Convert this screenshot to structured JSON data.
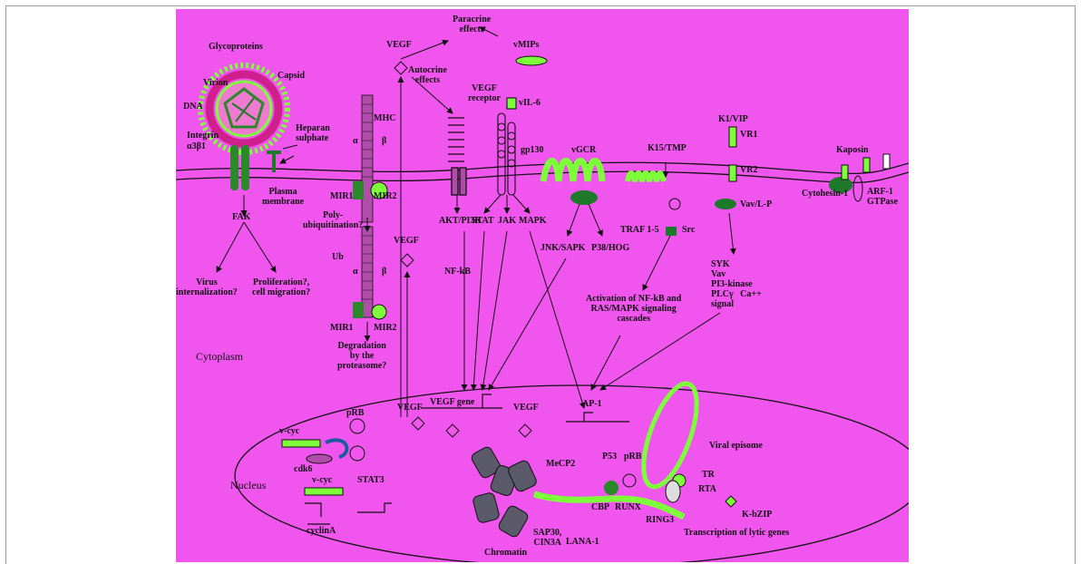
{
  "colors": {
    "background": "#f055ee",
    "frame_border": "#9a9a9a",
    "green": "#7dff3a",
    "dark_green": "#1c7a2a",
    "node": "#2a8a2a",
    "line": "#111111"
  },
  "labels": {
    "glycoproteins": "Glycoproteins",
    "virion": "Virion",
    "capsid": "Capsid",
    "dna": "DNA",
    "integrin": "Integrin",
    "integrin_sub": "α3β1",
    "heparan": "Heparan\nsulphate",
    "plasma_membrane": "Plasma\nmembrane",
    "fak": "FAK",
    "virus_intern": "Virus\ninternalization?",
    "prolif": "Proliferation?,\ncell migration?",
    "mhc_top": "MHC",
    "alpha_top": "α",
    "beta_top": "β",
    "mir1_top": "MIR1",
    "mir2_top": "MIR2",
    "polyubiq": "Poly-\nubiquitination?",
    "ub": "Ub",
    "mhc_bottom_a": "α",
    "mhc_bottom_b": "β",
    "mir1_bottom": "MIR1",
    "mir2_bottom": "MIR2",
    "degradation": "Degradation\nby the\nproteasome?",
    "cytoplasm": "Cytoplasm",
    "vegf_top": "VEGF",
    "paracrine": "Paracrine\neffects",
    "autocrine": "Autocrine\neffects",
    "vegf_receptor": "VEGF\nreceptor",
    "vmips": "vMIPs",
    "vil6": "vIL-6",
    "gp130": "gp130",
    "vegf_mid": "VEGF",
    "akt": "AKT/PI3K",
    "stat": "STAT",
    "jak": "JAK",
    "mapk": "MAPK",
    "nfkb": "NF-kB",
    "vgcr": "vGCR",
    "jnk": "JNK/SAPK",
    "p38": "P38/HOG",
    "k15": "K15/TMP",
    "traf": "TRAF 1-5",
    "src": "Src",
    "activation": "Activation of NF-kB and\nRAS/MAPK signaling\ncascades",
    "k1vip": "K1/VIP",
    "vr1": "VR1",
    "vr2": "VR2",
    "vav": "Vav/L-P",
    "syk": "SYK\nVav\nPI3-kinase\nPLCγ   Ca++\nsignal",
    "kaposin": "Kaposin",
    "cytohesin": "Cytohesin-1",
    "arf1": "ARF-1\nGTPase",
    "vegf_gene": "VEGF gene",
    "vegf_n1": "VEGF",
    "vegf_n2": "VEGF",
    "ap1": "AP-1",
    "prb": "pRB",
    "vcyc": "v-cyc",
    "cdk6": "cdk6",
    "vcyc2": "v-cyc",
    "stat3": "STAT3",
    "cyclina": "cyclinA",
    "nucleus": "Nucleus",
    "mecp2": "MeCP2",
    "p53": "P53",
    "prb2": "pRB",
    "viral_episome": "Viral episome",
    "tr": "TR",
    "rta": "RTA",
    "kbzip": "K-bZIP",
    "cbp": "CBP",
    "runx": "RUNX",
    "ring3": "RING3",
    "lytic": "Transcription of lytic genes",
    "sap30": "SAP30,\nCIN3A",
    "lana": "LANA-1",
    "chromatin": "Chromatin"
  }
}
